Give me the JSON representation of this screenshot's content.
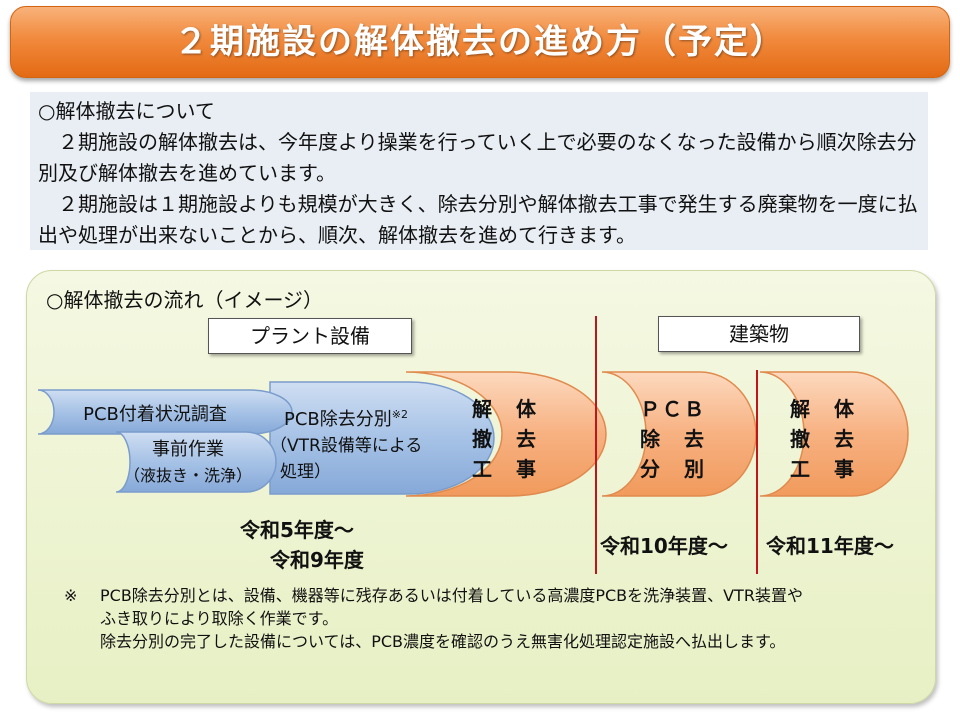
{
  "title": "２期施設の解体撤去の進め方（予定）",
  "intro": {
    "heading": "○解体撤去について",
    "para1": "２期施設の解体撤去は、今年度より操業を行っていく上で必要のなくなった設備から順次除去分別及び解体撤去を進めています。",
    "para2": "２期施設は１期施設よりも規模が大きく、除去分別や解体撤去工事で発生する廃棄物を一度に払出や処理が出来ないことから、順次、解体撤去を進めて行きます。"
  },
  "flow": {
    "heading": "○解体撤去の流れ（イメージ）",
    "plant_label": "プラント設備",
    "building_label": "建築物",
    "pcb_survey": "PCB付着状況調査",
    "pre_work_line1": "事前作業",
    "pre_work_line2": "（液抜き・洗浄）",
    "pcb_removal_title": "PCB除去分別",
    "pcb_removal_sup": "※2",
    "pcb_removal_line2": "（VTR設備等による",
    "pcb_removal_line3": "処理）",
    "demolition_1": [
      "解　体",
      "撤　去",
      "工　事"
    ],
    "pcb_sep_2": [
      "ＰＣＢ",
      "除　去",
      "分　別"
    ],
    "demolition_2": [
      "解　体",
      "撤　去",
      "工　事"
    ],
    "period_1_line1": "令和5年度～",
    "period_1_line2": "令和9年度",
    "period_2": "令和10年度～",
    "period_3": "令和11年度～"
  },
  "note": {
    "mark": "※",
    "line1": "PCB除去分別とは、設備、機器等に残存あるいは付着している高濃度PCBを洗浄装置、VTR装置や",
    "line2": "ふき取りにより取除く作業です。",
    "line3": "除去分別の完了した設備については、PCB濃度を確認のうえ無害化処理認定施設へ払出します。"
  },
  "colors": {
    "title_orange": "#f18a3d",
    "blue_shape": "#a6c2e6",
    "orange_shape": "#f7b181",
    "red_line": "#c0151a",
    "panel_green": "#e7f0c4"
  }
}
